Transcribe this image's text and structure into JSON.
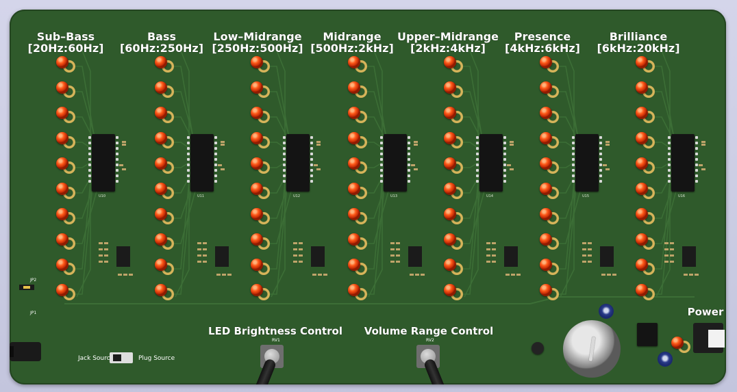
{
  "bands": [
    {
      "name": "Sub–Bass",
      "range": "[20Hz:60Hz]",
      "ic": "U10"
    },
    {
      "name": "Bass",
      "range": "[60Hz:250Hz]",
      "ic": "U11"
    },
    {
      "name": "Low–Midrange",
      "range": "[250Hz:500Hz]",
      "ic": "U12"
    },
    {
      "name": "Midrange",
      "range": "[500Hz:2kHz]",
      "ic": "U13"
    },
    {
      "name": "Upper–Midrange",
      "range": "[2kHz:4kHz]",
      "ic": "U14"
    },
    {
      "name": "Presence",
      "range": "[4kHz:6kHz]",
      "ic": "U15"
    },
    {
      "name": "Brilliance",
      "range": "[6kHz:20kHz]",
      "ic": "U16"
    }
  ],
  "controls": {
    "led_brightness": "LED Brightness Control",
    "led_brightness_ref": "RV1",
    "volume_range": "Volume Range Control",
    "volume_range_ref": "RV2",
    "power": "Power"
  },
  "switch": {
    "left": "Jack Source",
    "right": "Plug Source"
  },
  "misc": {
    "jp": "JP2",
    "jp1": "JP1"
  },
  "colors": {
    "board": "#2f5a2b",
    "led": "#ff4a10",
    "silkscreen": "#ffffff"
  }
}
